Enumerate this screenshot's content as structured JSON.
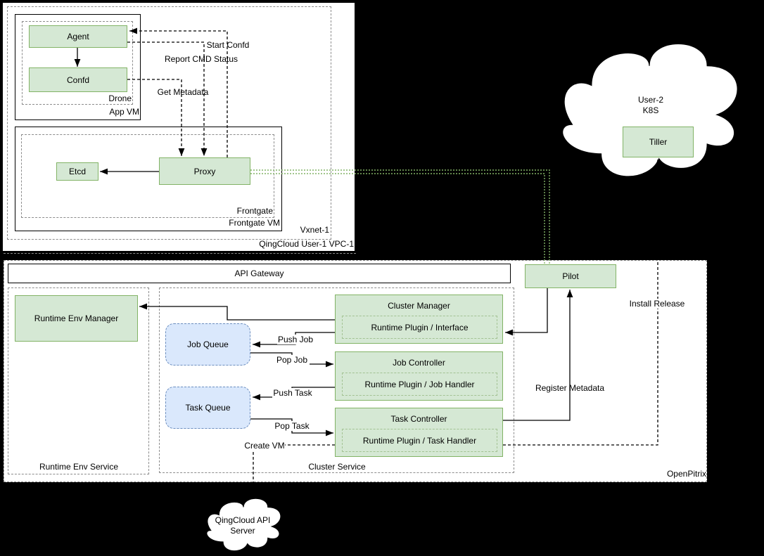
{
  "colors": {
    "canvas": "#000000",
    "node_green_fill": "#d5e8d4",
    "node_green_stroke": "#82b366",
    "queue_blue_fill": "#dae8fc",
    "queue_blue_stroke": "#6c8ebf",
    "link_green": "#82b366",
    "container_dash": "#8c8c8c"
  },
  "vpc": {
    "label": "QingCloud User-1 VPC-1",
    "vxnet_label": "Vxnet-1",
    "app_vm": {
      "label": "App VM",
      "drone_label": "Drone",
      "agent": "Agent",
      "confd": "Confd"
    },
    "frontgate_vm": {
      "label": "Frontgate VM",
      "frontgate_label": "Frontgate",
      "etcd": "Etcd",
      "proxy": "Proxy"
    }
  },
  "openpitrix": {
    "label": "OpenPitrix",
    "api_gateway": "API Gateway",
    "pilot": "Pilot",
    "runtime_env_service": {
      "label": "Runtime Env Service",
      "manager": "Runtime Env Manager"
    },
    "cluster_service": {
      "label": "Cluster Service",
      "job_queue": "Job Queue",
      "task_queue": "Task Queue",
      "cluster_manager": {
        "title": "Cluster Manager",
        "plugin": "Runtime Plugin / Interface"
      },
      "job_controller": {
        "title": "Job Controller",
        "plugin": "Runtime Plugin / Job Handler"
      },
      "task_controller": {
        "title": "Task Controller",
        "plugin": "Runtime Plugin / Task Handler"
      }
    }
  },
  "clouds": {
    "user2_k8s": {
      "line1": "User-2",
      "line2": "K8S",
      "tiller": "Tiller"
    },
    "qingcloud_api": {
      "line1": "QingCloud API",
      "line2": "Server"
    }
  },
  "edges": {
    "start_confd": "Start Confd",
    "report_cmd_status": "Report CMD Status",
    "get_metadata": "Get Metadata",
    "push_job": "Push Job",
    "pop_job": "Pop Job",
    "push_task": "Push Task",
    "pop_task": "Pop Task",
    "create_vm": "Create VM",
    "register_metadata": "Register Metadata",
    "install_release": "Install Release"
  }
}
